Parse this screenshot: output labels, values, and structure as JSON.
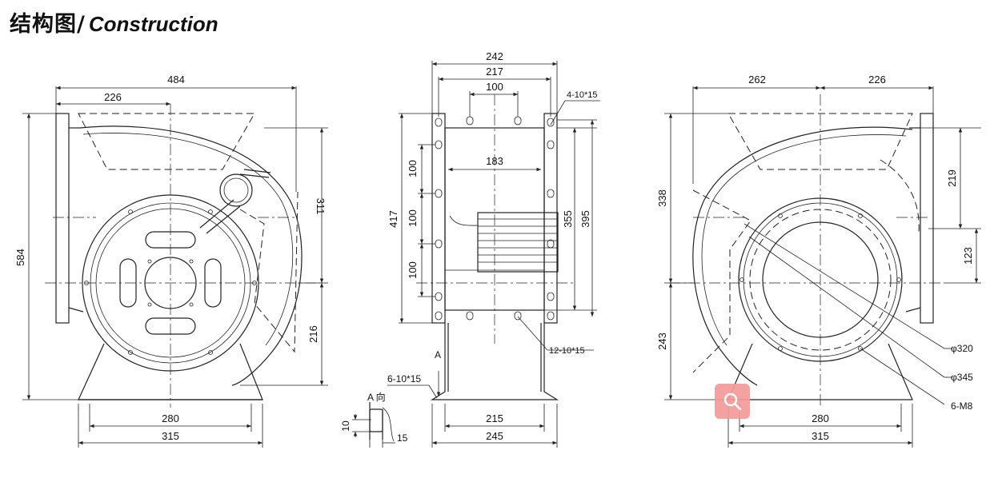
{
  "heading": {
    "cn": "结构图/",
    "en": "Construction"
  },
  "views": {
    "left": {
      "dims": {
        "width_top": "484",
        "offset_top": "226",
        "height_total": "584",
        "upper_right": "311",
        "lower_right": "216",
        "base_inner": "280",
        "base_outer": "315"
      }
    },
    "middle": {
      "dims": {
        "width_outer": "242",
        "width_mid": "217",
        "width_inner": "100",
        "wheel": "183",
        "height_total": "417",
        "pitch_1": "100",
        "pitch_2": "100",
        "pitch_3": "100",
        "height_355": "355",
        "height_395": "395",
        "base_inner": "215",
        "base_outer": "245"
      },
      "callouts": {
        "top_slots": "4-10*15",
        "bottom_slots": "12-10*15",
        "foot_slots": "6-10*15",
        "view_a_mark": "A",
        "view_a_label": "A 向",
        "slot_10": "10",
        "slot_15": "15"
      }
    },
    "right": {
      "dims": {
        "width_left": "262",
        "width_right": "226",
        "height_upper": "338",
        "height_lower": "243",
        "right_219": "219",
        "right_123": "123",
        "base_inner": "280",
        "base_outer": "315"
      },
      "callouts": {
        "dia_320": "φ320",
        "dia_345": "φ345",
        "bolts": "6-M8"
      }
    }
  },
  "zoom_button": {
    "icon": "magnifier-icon",
    "color": "#f39a9a"
  }
}
